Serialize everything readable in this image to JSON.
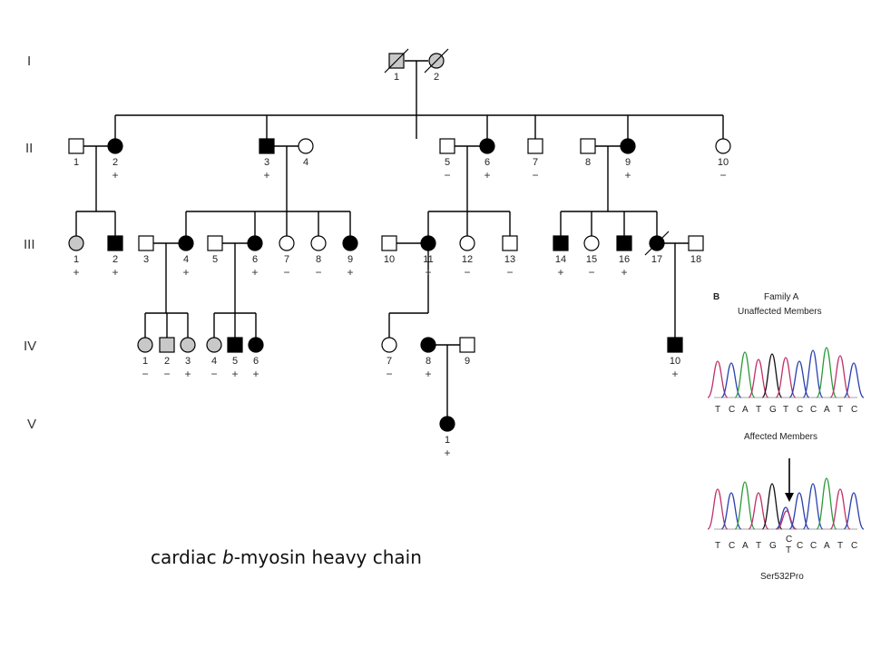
{
  "caption": {
    "prefix": "cardiac ",
    "italic": "b",
    "suffix": "-myosin heavy chain"
  },
  "generations": [
    "I",
    "II",
    "III",
    "IV",
    "V"
  ],
  "pedigree": {
    "individuals": [
      {
        "key": "I-1",
        "gen": "I",
        "num": "1",
        "sex": "M",
        "status": "gray",
        "deceased": true,
        "genotype": ""
      },
      {
        "key": "I-2",
        "gen": "I",
        "num": "2",
        "sex": "F",
        "status": "gray",
        "deceased": true,
        "genotype": ""
      },
      {
        "key": "II-1",
        "gen": "II",
        "num": "1",
        "sex": "M",
        "status": "unaffected",
        "genotype": ""
      },
      {
        "key": "II-2",
        "gen": "II",
        "num": "2",
        "sex": "F",
        "status": "affected",
        "genotype": "+"
      },
      {
        "key": "II-3",
        "gen": "II",
        "num": "3",
        "sex": "M",
        "status": "affected",
        "genotype": "+"
      },
      {
        "key": "II-4",
        "gen": "II",
        "num": "4",
        "sex": "F",
        "status": "unaffected",
        "genotype": ""
      },
      {
        "key": "II-5",
        "gen": "II",
        "num": "5",
        "sex": "M",
        "status": "unaffected",
        "genotype": "−"
      },
      {
        "key": "II-6",
        "gen": "II",
        "num": "6",
        "sex": "F",
        "status": "affected",
        "genotype": "+"
      },
      {
        "key": "II-7",
        "gen": "II",
        "num": "7",
        "sex": "M",
        "status": "unaffected",
        "genotype": "−"
      },
      {
        "key": "II-8",
        "gen": "II",
        "num": "8",
        "sex": "M",
        "status": "unaffected",
        "genotype": ""
      },
      {
        "key": "II-9",
        "gen": "II",
        "num": "9",
        "sex": "F",
        "status": "affected",
        "genotype": "+"
      },
      {
        "key": "II-10",
        "gen": "II",
        "num": "10",
        "sex": "F",
        "status": "unaffected",
        "genotype": "−"
      },
      {
        "key": "III-1",
        "gen": "III",
        "num": "1",
        "sex": "F",
        "status": "gray",
        "genotype": "+"
      },
      {
        "key": "III-2",
        "gen": "III",
        "num": "2",
        "sex": "M",
        "status": "affected",
        "genotype": "+"
      },
      {
        "key": "III-3",
        "gen": "III",
        "num": "3",
        "sex": "M",
        "status": "unaffected",
        "genotype": ""
      },
      {
        "key": "III-4",
        "gen": "III",
        "num": "4",
        "sex": "F",
        "status": "affected",
        "genotype": "+"
      },
      {
        "key": "III-5",
        "gen": "III",
        "num": "5",
        "sex": "M",
        "status": "unaffected",
        "genotype": ""
      },
      {
        "key": "III-6",
        "gen": "III",
        "num": "6",
        "sex": "F",
        "status": "affected",
        "genotype": "+"
      },
      {
        "key": "III-7",
        "gen": "III",
        "num": "7",
        "sex": "F",
        "status": "unaffected",
        "genotype": "−"
      },
      {
        "key": "III-8",
        "gen": "III",
        "num": "8",
        "sex": "F",
        "status": "unaffected",
        "genotype": "−"
      },
      {
        "key": "III-9",
        "gen": "III",
        "num": "9",
        "sex": "F",
        "status": "affected",
        "genotype": "+"
      },
      {
        "key": "III-10",
        "gen": "III",
        "num": "10",
        "sex": "M",
        "status": "unaffected",
        "genotype": ""
      },
      {
        "key": "III-11",
        "gen": "III",
        "num": "11",
        "sex": "F",
        "status": "affected",
        "genotype": "+"
      },
      {
        "key": "III-12",
        "gen": "III",
        "num": "12",
        "sex": "F",
        "status": "unaffected",
        "genotype": "−"
      },
      {
        "key": "III-13",
        "gen": "III",
        "num": "13",
        "sex": "M",
        "status": "unaffected",
        "genotype": "−"
      },
      {
        "key": "III-14",
        "gen": "III",
        "num": "14",
        "sex": "M",
        "status": "affected",
        "genotype": "+"
      },
      {
        "key": "III-15",
        "gen": "III",
        "num": "15",
        "sex": "F",
        "status": "unaffected",
        "genotype": "−"
      },
      {
        "key": "III-16",
        "gen": "III",
        "num": "16",
        "sex": "M",
        "status": "affected",
        "genotype": "+"
      },
      {
        "key": "III-17",
        "gen": "III",
        "num": "17",
        "sex": "F",
        "status": "affected",
        "deceased": true,
        "genotype": ""
      },
      {
        "key": "III-18",
        "gen": "III",
        "num": "18",
        "sex": "M",
        "status": "unaffected",
        "genotype": ""
      },
      {
        "key": "IV-1",
        "gen": "IV",
        "num": "1",
        "sex": "F",
        "status": "gray",
        "genotype": "−"
      },
      {
        "key": "IV-2",
        "gen": "IV",
        "num": "2",
        "sex": "M",
        "status": "gray",
        "genotype": "−"
      },
      {
        "key": "IV-3",
        "gen": "IV",
        "num": "3",
        "sex": "F",
        "status": "gray",
        "genotype": "+"
      },
      {
        "key": "IV-4",
        "gen": "IV",
        "num": "4",
        "sex": "F",
        "status": "gray",
        "genotype": "−"
      },
      {
        "key": "IV-5",
        "gen": "IV",
        "num": "5",
        "sex": "M",
        "status": "affected",
        "genotype": "+"
      },
      {
        "key": "IV-6",
        "gen": "IV",
        "num": "6",
        "sex": "F",
        "status": "affected",
        "genotype": "+"
      },
      {
        "key": "IV-7",
        "gen": "IV",
        "num": "7",
        "sex": "F",
        "status": "unaffected",
        "genotype": "−"
      },
      {
        "key": "IV-8",
        "gen": "IV",
        "num": "8",
        "sex": "F",
        "status": "affected",
        "genotype": "+"
      },
      {
        "key": "IV-9",
        "gen": "IV",
        "num": "9",
        "sex": "M",
        "status": "unaffected",
        "genotype": ""
      },
      {
        "key": "IV-10",
        "gen": "IV",
        "num": "10",
        "sex": "M",
        "status": "affected",
        "genotype": "+"
      },
      {
        "key": "V-1",
        "gen": "V",
        "num": "1",
        "sex": "F",
        "status": "affected",
        "genotype": "+"
      }
    ],
    "colors": {
      "affected": "#000000",
      "gray": "#c8c8c8",
      "unaffected": "#ffffff",
      "line": "#000000"
    }
  },
  "sequencing": {
    "panel_letter": "B",
    "family": "Family A",
    "unaffected_title": "Unaffected Members",
    "affected_title": "Affected Members",
    "unaffected_bases": [
      "T",
      "C",
      "A",
      "T",
      "G",
      "T",
      "C",
      "C",
      "A",
      "T",
      "C"
    ],
    "affected_bases": [
      "T",
      "C",
      "A",
      "T",
      "G",
      "",
      "C",
      "C",
      "A",
      "T",
      "C"
    ],
    "mutation_top": "C",
    "mutation_bottom": "T",
    "mutation": "Ser532Pro",
    "trace_colors": {
      "A": "#2a9a3a",
      "C": "#2a40b0",
      "G": "#111111",
      "T": "#c0306a"
    }
  }
}
